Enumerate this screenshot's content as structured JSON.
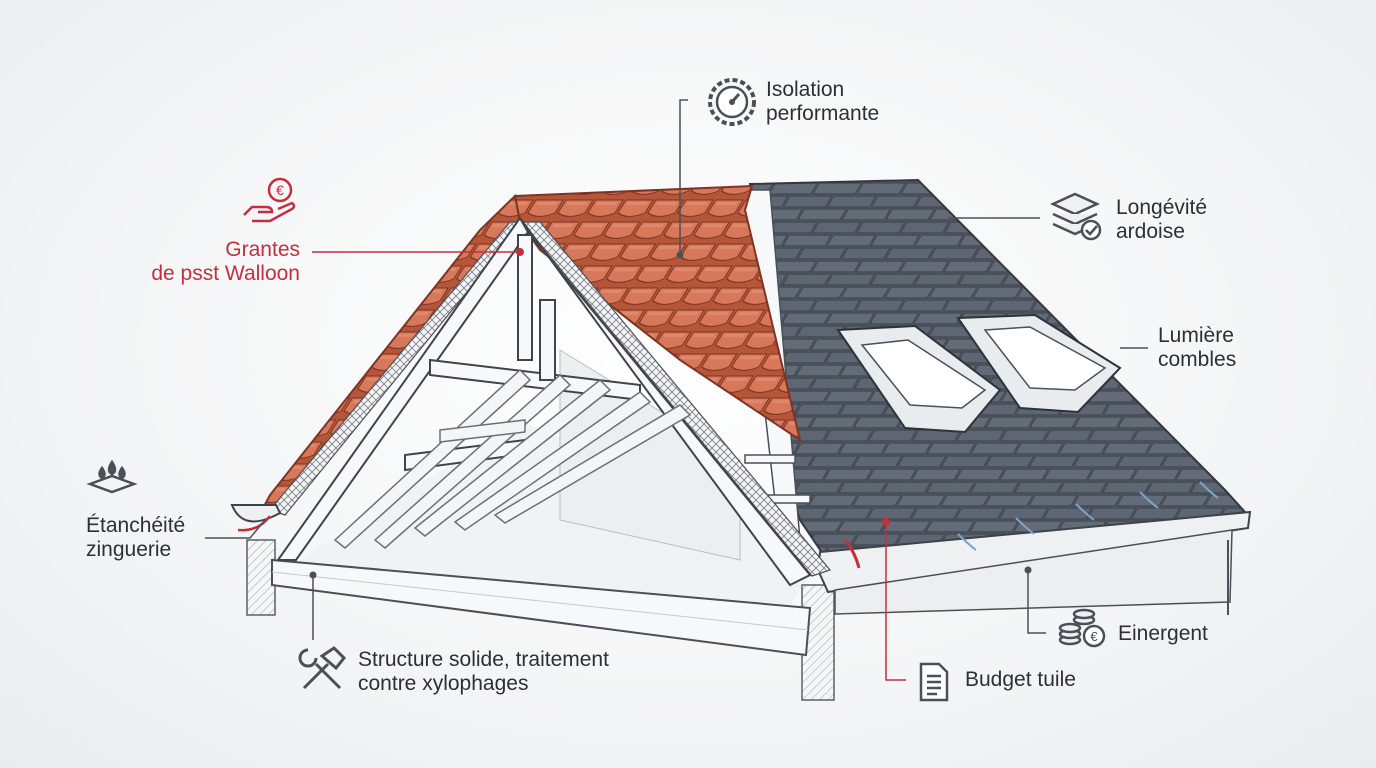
{
  "labels": {
    "isolation": {
      "line1": "Isolation",
      "line2": "performante",
      "icon": "gauge-gear-icon"
    },
    "longevite": {
      "line1": "Longévité",
      "line2": "ardoise",
      "icon": "stacked-layers-check-icon"
    },
    "lumiere": {
      "line1": "Lumière",
      "line2": "combles"
    },
    "grantes": {
      "line1": "Grantes",
      "line2": "de psst Walloon",
      "icon": "hand-euro-icon"
    },
    "etancheite": {
      "line1": "Étanchéité",
      "line2": "zinguerie",
      "icon": "water-drops-icon"
    },
    "structure": {
      "line1": "Structure solide, traitement",
      "line2": "contre xylophages",
      "icon": "hammer-wrench-icon"
    },
    "einergent": {
      "line1": "Einergent",
      "icon": "coins-euro-icon"
    },
    "budget": {
      "line1": "Budget tuile",
      "icon": "document-icon"
    }
  },
  "colors": {
    "accent_red": "#c23040",
    "text_dark": "#2b3038",
    "slate": "#5b6470",
    "terracotta": "#cf6b4e",
    "timber": "#f7f8f9",
    "line_gray": "#4a5058"
  }
}
